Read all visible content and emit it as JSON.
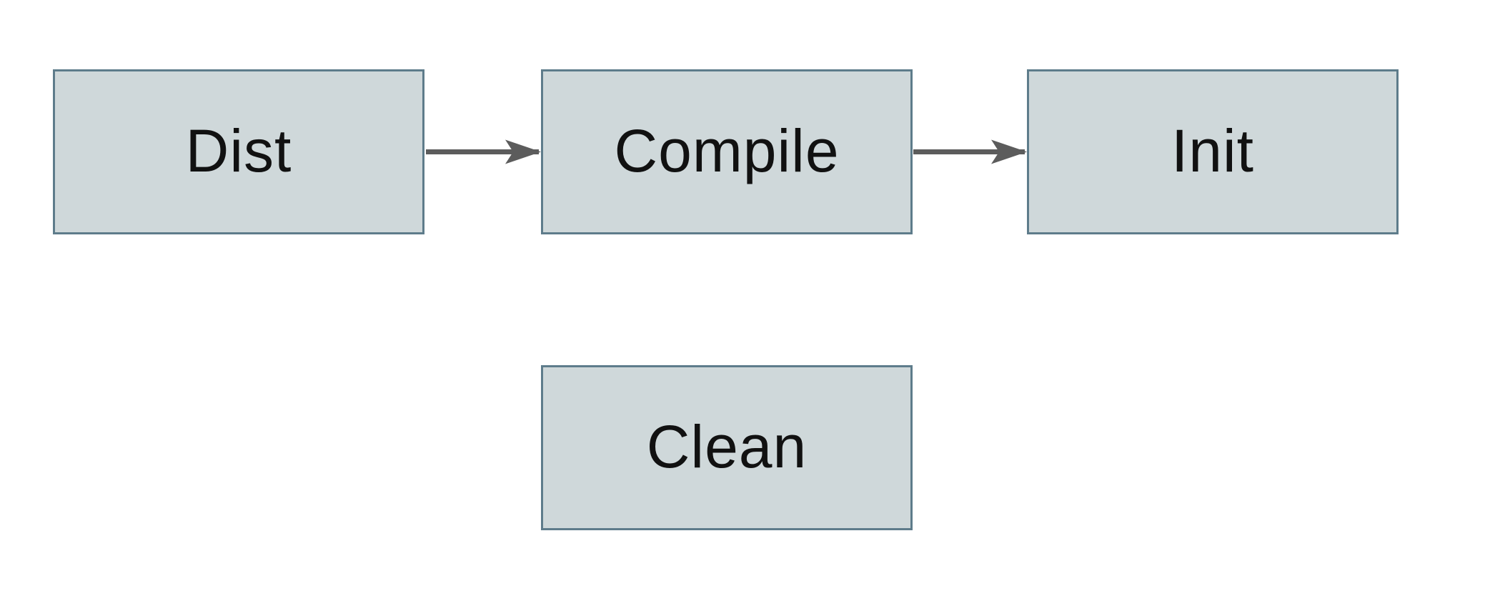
{
  "diagram": {
    "title": "task-flow-diagram",
    "nodes": [
      {
        "id": "dist",
        "label": "Dist"
      },
      {
        "id": "compile",
        "label": "Compile"
      },
      {
        "id": "init",
        "label": "Init"
      },
      {
        "id": "clean",
        "label": "Clean"
      }
    ],
    "edges": [
      {
        "from": "dist",
        "to": "compile",
        "direction": "right"
      },
      {
        "from": "compile",
        "to": "init",
        "direction": "right"
      }
    ]
  },
  "colors": {
    "background": "#ffffff",
    "node_fill": "#cfd8da",
    "node_border": "#5e7c8b",
    "text": "#111111",
    "arrow": "#5c5c5c"
  }
}
